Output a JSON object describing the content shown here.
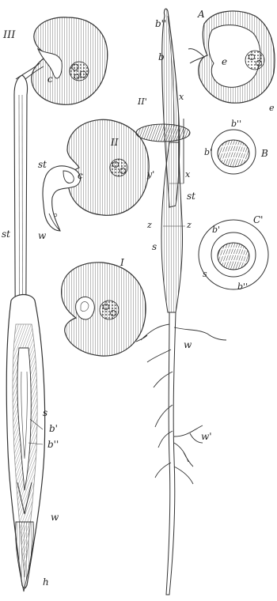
{
  "labels": {
    "fig3": "III",
    "fig2": "II",
    "fig1": "I",
    "fig2b": "II'",
    "figA": "A",
    "figB": "B",
    "figC": "C'",
    "c": "c",
    "st": "st",
    "s": "s",
    "w": "w",
    "h": "h",
    "bp": "b'",
    "bpp": "b''",
    "b": "b",
    "x": "x",
    "y": "y'",
    "z": "z",
    "wp": "w'",
    "e": "e"
  },
  "colors": {
    "ink": "#222222",
    "hatch": "#555555",
    "paper": "#ffffff"
  }
}
